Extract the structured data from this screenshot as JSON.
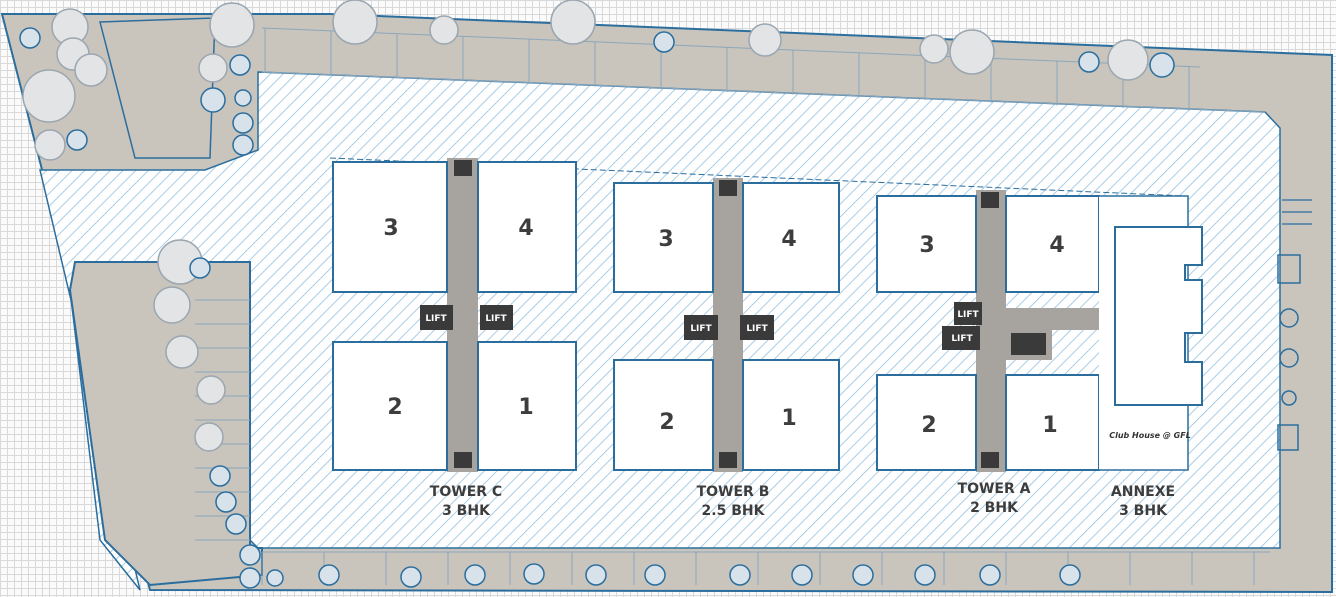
{
  "colors": {
    "site_fill": "#c9c4bc",
    "outline": "#2b6e9e",
    "hatch": "#a9cde6",
    "corridor": "#a7a39e",
    "lift": "#3a3a3a"
  },
  "towers": [
    {
      "name": "TOWER C",
      "type": "3 BHK",
      "flats": [
        "3",
        "4",
        "2",
        "1"
      ],
      "lift_label": "LIFT"
    },
    {
      "name": "TOWER B",
      "type": "2.5 BHK",
      "flats": [
        "3",
        "4",
        "2",
        "1"
      ],
      "lift_label": "LIFT"
    },
    {
      "name": "TOWER A",
      "type": "2 BHK",
      "flats": [
        "3",
        "4",
        "2",
        "1"
      ],
      "lift_label": "LIFT"
    }
  ],
  "annexe": {
    "name": "ANNEXE",
    "type": "3 BHK",
    "club_house": "Club House @ GFL"
  },
  "icons": [
    "tree-icon",
    "parking-stall",
    "staircase-icon",
    "amenity-icon"
  ]
}
